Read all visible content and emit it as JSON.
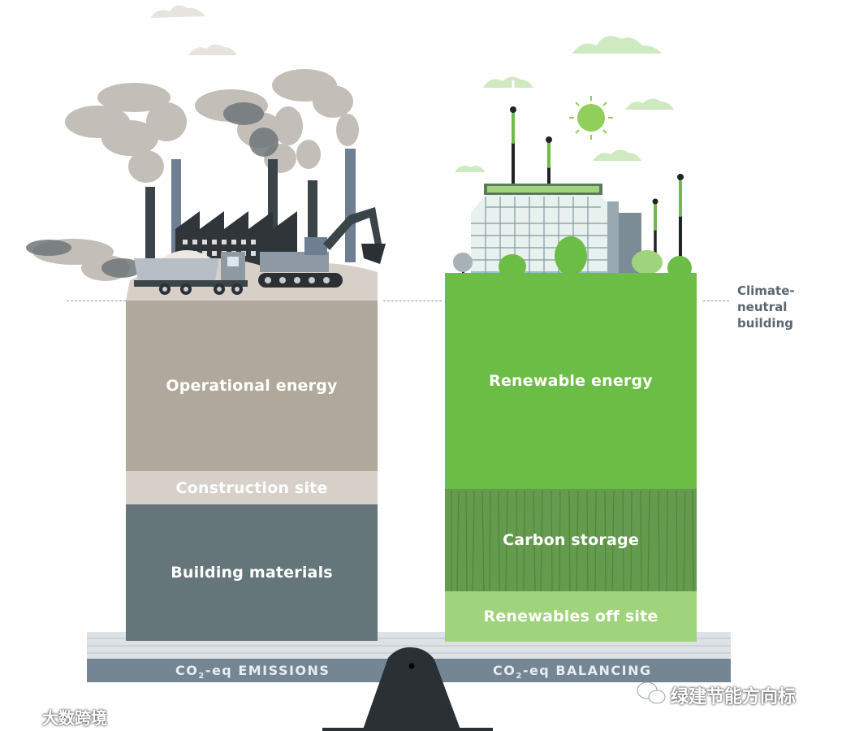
{
  "left_column": {
    "blocks": [
      {
        "label": "Operational energy",
        "color": "#b1a89c"
      },
      {
        "label": "Construction site",
        "color": "#d6d0c8"
      },
      {
        "label": "Building materials",
        "color": "#64767a"
      }
    ]
  },
  "right_column": {
    "blocks": [
      {
        "label": "Renewable energy",
        "color": "#6cbd45"
      },
      {
        "label": "Carbon storage",
        "color": "#4a8a30"
      },
      {
        "label": "Renewables off site",
        "color": "#9fd47c"
      }
    ]
  },
  "annotation": {
    "line1": "Climate-neutral",
    "line2": "building"
  },
  "beam": {
    "left_prefix": "CO",
    "left_sub": "2",
    "left_suffix": "-eq EMISSIONS",
    "right_prefix": "CO",
    "right_sub": "2",
    "right_suffix": "-eq BALANCING",
    "color": "#748594"
  },
  "watermarks": {
    "left": "大数跨境",
    "right": "绿建节能方向标"
  }
}
